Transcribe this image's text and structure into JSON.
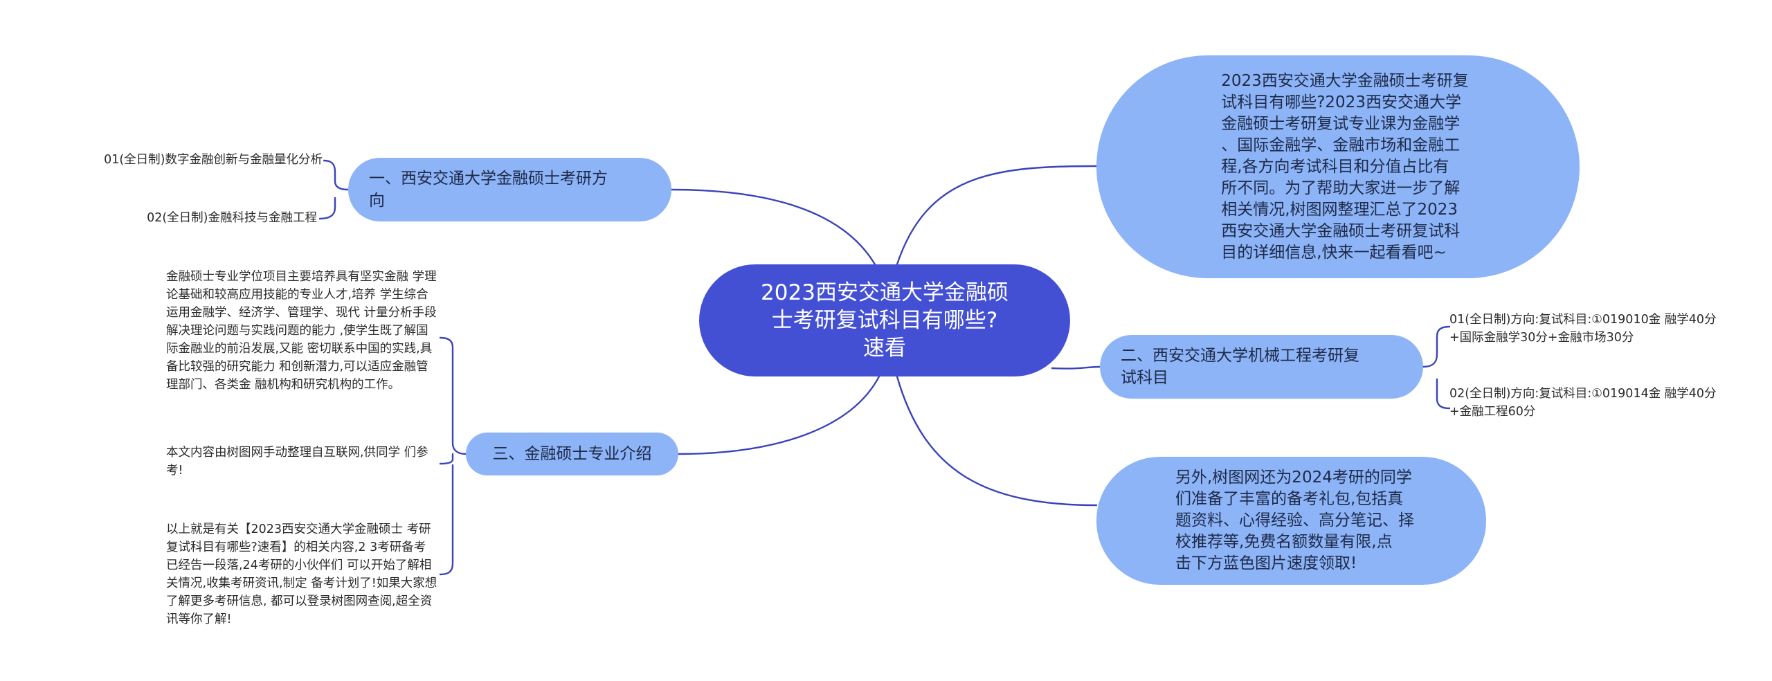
{
  "colors": {
    "central_fill": "#4350d3",
    "node_fill": "#8db4f7",
    "connector": "#3b43b8"
  },
  "central": {
    "line1": "2023西安交通大学金融硕",
    "line2": "士考研复试科目有哪些?",
    "line3": "速看"
  },
  "intro": {
    "lines": [
      "2023西安交通大学金融硕士考研复",
      "试科目有哪些?2023西安交通大学",
      "金融硕士考研复试专业课为金融学",
      "、国际金融学、金融市场和金融工",
      "程,各方向考试科目和分值占比有",
      "所不同。为了帮助大家进一步了解",
      "相关情况,树图网整理汇总了2023",
      "西安交通大学金融硕士考研复试科",
      "目的详细信息,快来一起看看吧~"
    ]
  },
  "branch1": {
    "line1": "一、西安交通大学金融硕士考研方",
    "line2": "向",
    "leaves": [
      "01(全日制)数字金融创新与金融量化分析",
      "02(全日制)金融科技与金融工程"
    ]
  },
  "branch2": {
    "line1": "二、西安交通大学机械工程考研复",
    "line2": "试科目",
    "leaves": [
      {
        "line1": "01(全日制)方向:复试科目:①019010金",
        "line2": "融学40分+国际金融学30分+金融市场30分"
      },
      {
        "line1": "02(全日制)方向:复试科目:①019014金",
        "line2": "融学40分+金融工程60分"
      }
    ]
  },
  "branch3": {
    "label": "三、金融硕士专业介绍",
    "leaves": [
      {
        "lines": [
          "金融硕士专业学位项目主要培养具有坚实金融",
          "学理论基础和较高应用技能的专业人才,培养",
          "学生综合运用金融学、经济学、管理学、现代",
          "计量分析手段解决理论问题与实践问题的能力",
          ",使学生既了解国际金融业的前沿发展,又能",
          "密切联系中国的实践,具备比较强的研究能力",
          "和创新潜力,可以适应金融管理部门、各类金",
          "融机构和研究机构的工作。"
        ]
      },
      {
        "lines": [
          "本文内容由树图网手动整理自互联网,供同学",
          "们参考!"
        ]
      },
      {
        "lines": [
          "以上就是有关【2023西安交通大学金融硕士",
          "考研复试科目有哪些?速看】的相关内容,2",
          "3考研备考已经告一段落,24考研的小伙伴们",
          "可以开始了解相关情况,收集考研资讯,制定",
          "备考计划了!如果大家想了解更多考研信息,",
          "都可以登录树图网查阅,超全资讯等你了解!"
        ]
      }
    ]
  },
  "promo": {
    "lines": [
      "另外,树图网还为2024考研的同学",
      "们准备了丰富的备考礼包,包括真",
      "题资料、心得经验、高分笔记、择",
      "校推荐等,免费名额数量有限,点",
      "击下方蓝色图片速度领取!"
    ]
  }
}
